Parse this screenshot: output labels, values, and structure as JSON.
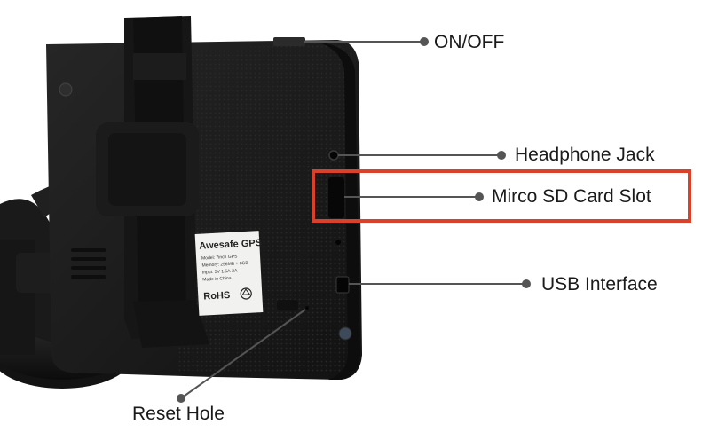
{
  "callouts": {
    "on_off": "ON/OFF",
    "headphone_jack": "Headphone Jack",
    "micro_sd_slot": "Mirco SD Card Slot",
    "usb_interface": "USB Interface",
    "reset_hole": "Reset Hole"
  },
  "device_label": {
    "brand": "Awesafe GPS",
    "line1": "Model: 7inch GPS",
    "line2": "Memory: 256MB + 8GB",
    "line3": "Input: 5V 1.5A-2A",
    "line4": "Made in China",
    "rohs": "RoHS"
  },
  "colors": {
    "highlight": "#d9412b",
    "device_body": "#1c1c1c",
    "leader_line": "#555555"
  }
}
